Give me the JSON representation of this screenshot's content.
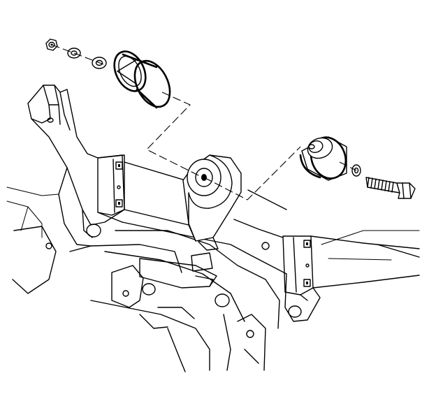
{
  "figure": {
    "type": "exploded-view-line-drawing",
    "subject": "engine-mount-assembly-on-frame-crossmember",
    "labels": [],
    "colors": {
      "line": "#000000",
      "background": "#ffffff"
    },
    "parts": [
      {
        "id": "nut",
        "icon": "nut-icon"
      },
      {
        "id": "washer-1",
        "icon": "washer-icon"
      },
      {
        "id": "washer-2",
        "icon": "washer-icon"
      },
      {
        "id": "bushing-sleeve",
        "icon": "sleeve-icon"
      },
      {
        "id": "mount-bracket",
        "icon": "mount-bracket-icon"
      },
      {
        "id": "cup-bushing",
        "icon": "bushing-icon"
      },
      {
        "id": "bolt-washer",
        "icon": "washer-icon"
      },
      {
        "id": "bolt",
        "icon": "bolt-icon"
      },
      {
        "id": "frame",
        "icon": "frame-icon"
      }
    ]
  }
}
